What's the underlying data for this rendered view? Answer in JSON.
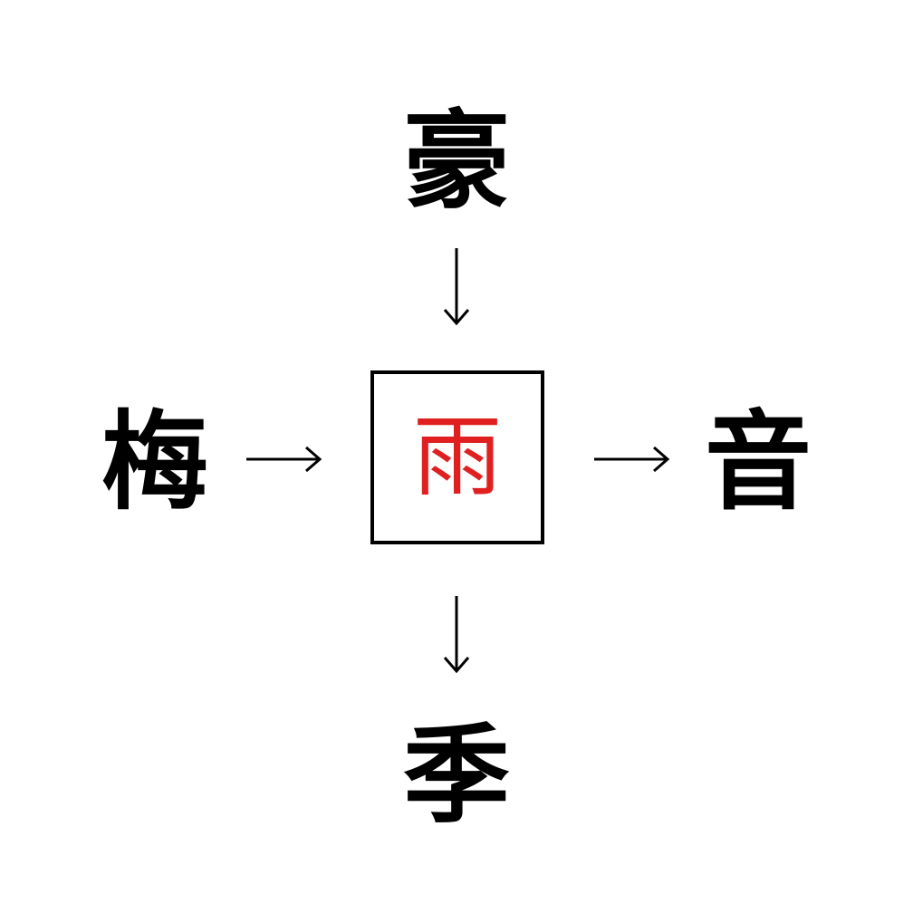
{
  "puzzle": {
    "top": "豪",
    "left": "梅",
    "right": "音",
    "bottom": "季",
    "answer": "雨"
  },
  "colors": {
    "answer": "#e02020",
    "text": "#000000",
    "box_border": "#000000"
  },
  "arrows": {
    "top_to_center": "down-arrow-icon",
    "left_to_center": "right-arrow-icon",
    "center_to_right": "right-arrow-icon",
    "center_to_bottom": "down-arrow-icon"
  }
}
